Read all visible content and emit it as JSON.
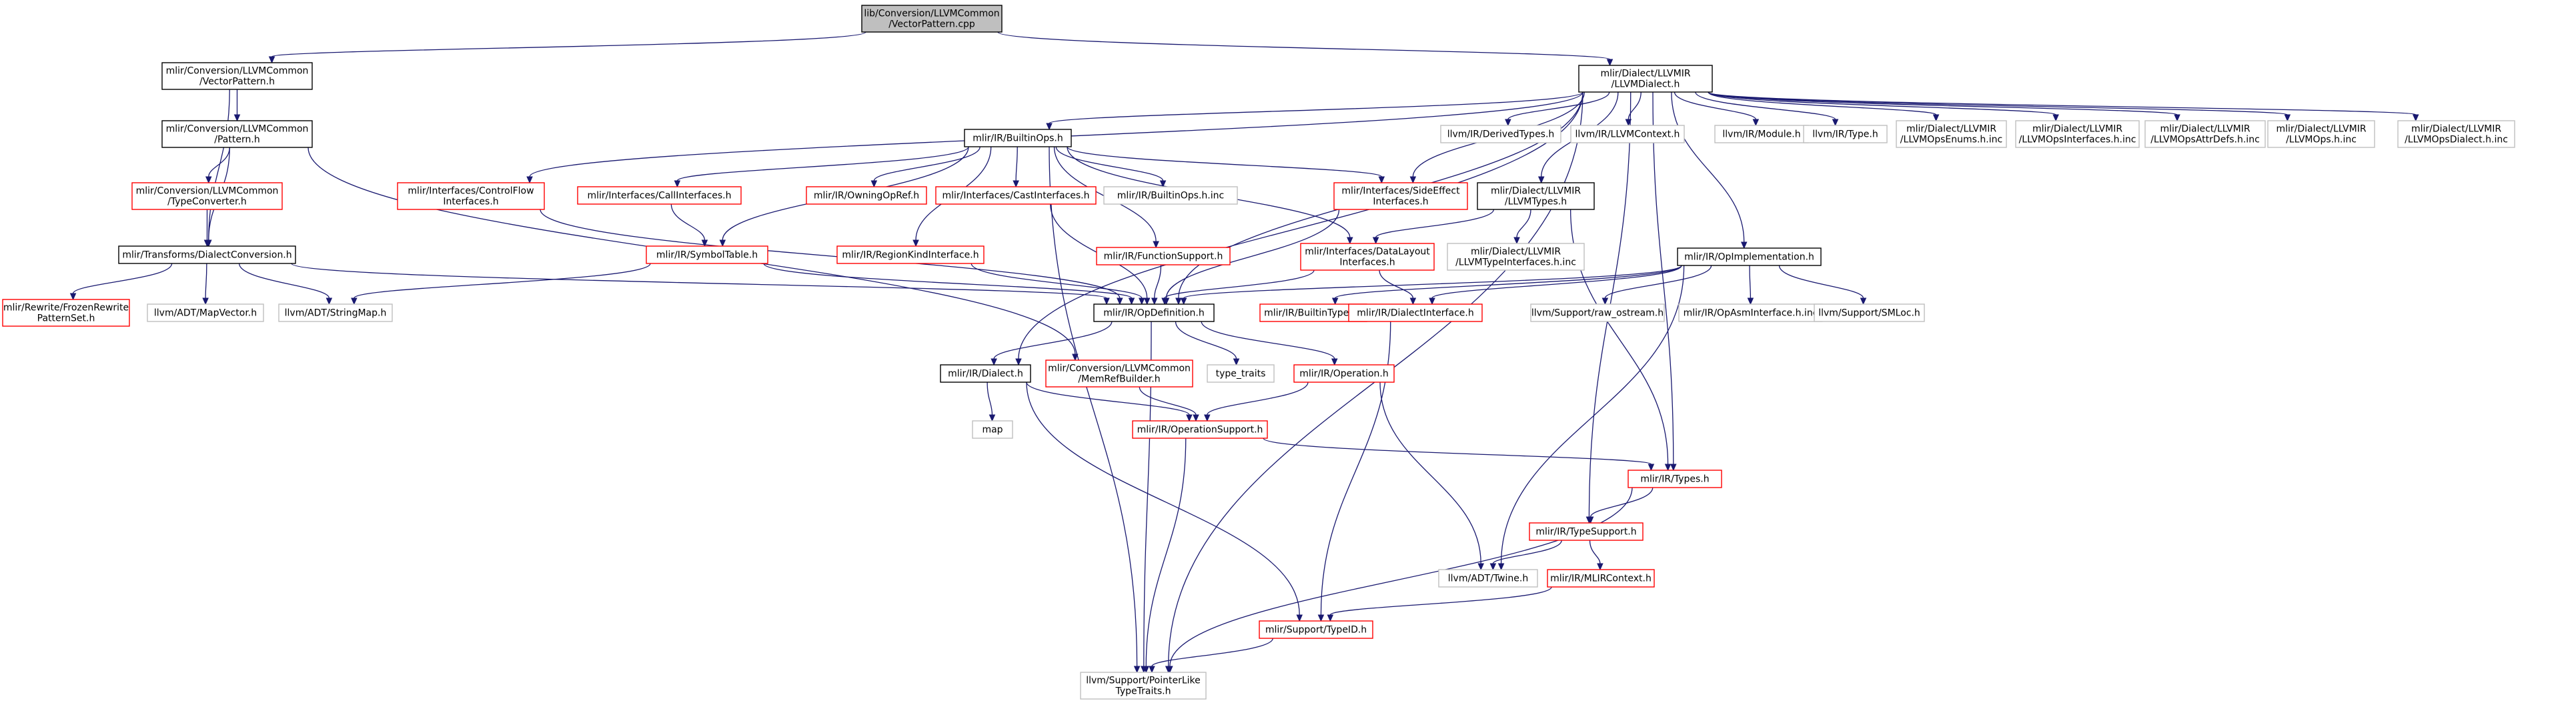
{
  "colors": {
    "edge": "#191970",
    "documented": "#000000",
    "undocumented": "#ff0000",
    "external": "#bfbfbf",
    "root_fill": "#bfbfbf"
  },
  "nodes": [
    {
      "id": "root",
      "lines": [
        "lib/Conversion/LLVMCommon",
        "/VectorPattern.cpp"
      ],
      "style": "root"
    },
    {
      "id": "vpat",
      "lines": [
        "mlir/Conversion/LLVMCommon",
        "/VectorPattern.h"
      ],
      "style": "black"
    },
    {
      "id": "llvmd",
      "lines": [
        "mlir/Dialect/LLVMIR",
        "/LLVMDialect.h"
      ],
      "style": "black"
    },
    {
      "id": "pat",
      "lines": [
        "mlir/Conversion/LLVMCommon",
        "/Pattern.h"
      ],
      "style": "black"
    },
    {
      "id": "tconv",
      "lines": [
        "mlir/Conversion/LLVMCommon",
        "/TypeConverter.h"
      ],
      "style": "red"
    },
    {
      "id": "dconv",
      "lines": [
        "mlir/Transforms/DialectConversion.h"
      ],
      "style": "black"
    },
    {
      "id": "frozen",
      "lines": [
        "mlir/Rewrite/FrozenRewrite",
        "PatternSet.h"
      ],
      "style": "red"
    },
    {
      "id": "mapvec",
      "lines": [
        "llvm/ADT/MapVector.h"
      ],
      "style": "grey"
    },
    {
      "id": "strmap",
      "lines": [
        "llvm/ADT/StringMap.h"
      ],
      "style": "grey"
    },
    {
      "id": "ctrlflow",
      "lines": [
        "mlir/Interfaces/ControlFlow",
        "Interfaces.h"
      ],
      "style": "red"
    },
    {
      "id": "builtinops",
      "lines": [
        "mlir/IR/BuiltinOps.h"
      ],
      "style": "black"
    },
    {
      "id": "callif",
      "lines": [
        "mlir/Interfaces/CallInterfaces.h"
      ],
      "style": "red"
    },
    {
      "id": "owning",
      "lines": [
        "mlir/IR/OwningOpRef.h"
      ],
      "style": "red"
    },
    {
      "id": "castif",
      "lines": [
        "mlir/Interfaces/CastInterfaces.h"
      ],
      "style": "red"
    },
    {
      "id": "builtinopsinc",
      "lines": [
        "mlir/IR/BuiltinOps.h.inc"
      ],
      "style": "grey"
    },
    {
      "id": "sideeff",
      "lines": [
        "mlir/Interfaces/SideEffect",
        "Interfaces.h"
      ],
      "style": "red"
    },
    {
      "id": "llvmtypes",
      "lines": [
        "mlir/Dialect/LLVMIR",
        "/LLVMTypes.h"
      ],
      "style": "black"
    },
    {
      "id": "dertypes",
      "lines": [
        "llvm/IR/DerivedTypes.h"
      ],
      "style": "grey"
    },
    {
      "id": "llvmctx",
      "lines": [
        "llvm/IR/LLVMContext.h"
      ],
      "style": "grey"
    },
    {
      "id": "module",
      "lines": [
        "llvm/IR/Module.h"
      ],
      "style": "grey"
    },
    {
      "id": "lltype",
      "lines": [
        "llvm/IR/Type.h"
      ],
      "style": "grey"
    },
    {
      "id": "opsenums",
      "lines": [
        "mlir/Dialect/LLVMIR",
        "/LLVMOpsEnums.h.inc"
      ],
      "style": "grey"
    },
    {
      "id": "opsif",
      "lines": [
        "mlir/Dialect/LLVMIR",
        "/LLVMOpsInterfaces.h.inc"
      ],
      "style": "grey"
    },
    {
      "id": "opsattr",
      "lines": [
        "mlir/Dialect/LLVMIR",
        "/LLVMOpsAttrDefs.h.inc"
      ],
      "style": "grey"
    },
    {
      "id": "opsinc",
      "lines": [
        "mlir/Dialect/LLVMIR",
        "/LLVMOps.h.inc"
      ],
      "style": "grey"
    },
    {
      "id": "opsdialect",
      "lines": [
        "mlir/Dialect/LLVMIR",
        "/LLVMOpsDialect.h.inc"
      ],
      "style": "grey"
    },
    {
      "id": "symtab",
      "lines": [
        "mlir/IR/SymbolTable.h"
      ],
      "style": "red"
    },
    {
      "id": "regionkind",
      "lines": [
        "mlir/IR/RegionKindInterface.h"
      ],
      "style": "red"
    },
    {
      "id": "funcsup",
      "lines": [
        "mlir/IR/FunctionSupport.h"
      ],
      "style": "red"
    },
    {
      "id": "datalayout",
      "lines": [
        "mlir/Interfaces/DataLayout",
        "Interfaces.h"
      ],
      "style": "red"
    },
    {
      "id": "llvmtypeif",
      "lines": [
        "mlir/Dialect/LLVMIR",
        "/LLVMTypeInterfaces.h.inc"
      ],
      "style": "grey"
    },
    {
      "id": "opimpl",
      "lines": [
        "mlir/IR/OpImplementation.h"
      ],
      "style": "black"
    },
    {
      "id": "opdef",
      "lines": [
        "mlir/IR/OpDefinition.h"
      ],
      "style": "black"
    },
    {
      "id": "builtintypes",
      "lines": [
        "mlir/IR/BuiltinTypes.h"
      ],
      "style": "red"
    },
    {
      "id": "dialectif",
      "lines": [
        "mlir/IR/DialectInterface.h"
      ],
      "style": "red"
    },
    {
      "id": "rawos",
      "lines": [
        "llvm/Support/raw_ostream.h"
      ],
      "style": "grey"
    },
    {
      "id": "opasm",
      "lines": [
        "mlir/IR/OpAsmInterface.h.inc"
      ],
      "style": "grey"
    },
    {
      "id": "smloc",
      "lines": [
        "llvm/Support/SMLoc.h"
      ],
      "style": "grey"
    },
    {
      "id": "dialect",
      "lines": [
        "mlir/IR/Dialect.h"
      ],
      "style": "black"
    },
    {
      "id": "memref",
      "lines": [
        "mlir/Conversion/LLVMCommon",
        "/MemRefBuilder.h"
      ],
      "style": "red"
    },
    {
      "id": "typetraits",
      "lines": [
        "type_traits"
      ],
      "style": "grey"
    },
    {
      "id": "operation",
      "lines": [
        "mlir/IR/Operation.h"
      ],
      "style": "red"
    },
    {
      "id": "map",
      "lines": [
        "map"
      ],
      "style": "grey"
    },
    {
      "id": "opsupport",
      "lines": [
        "mlir/IR/OperationSupport.h"
      ],
      "style": "red"
    },
    {
      "id": "types",
      "lines": [
        "mlir/IR/Types.h"
      ],
      "style": "red"
    },
    {
      "id": "typesup",
      "lines": [
        "mlir/IR/TypeSupport.h"
      ],
      "style": "red"
    },
    {
      "id": "twine",
      "lines": [
        "llvm/ADT/Twine.h"
      ],
      "style": "grey"
    },
    {
      "id": "mlirctx",
      "lines": [
        "mlir/IR/MLIRContext.h"
      ],
      "style": "red"
    },
    {
      "id": "typeid",
      "lines": [
        "mlir/Support/TypeID.h"
      ],
      "style": "red"
    },
    {
      "id": "ptrlike",
      "lines": [
        "llvm/Support/PointerLike",
        "TypeTraits.h"
      ],
      "style": "grey"
    }
  ],
  "edges": [
    [
      "root",
      "vpat"
    ],
    [
      "root",
      "llvmd"
    ],
    [
      "vpat",
      "pat"
    ],
    [
      "vpat",
      "dconv"
    ],
    [
      "pat",
      "tconv"
    ],
    [
      "pat",
      "dconv"
    ],
    [
      "pat",
      "memref"
    ],
    [
      "tconv",
      "dconv"
    ],
    [
      "dconv",
      "frozen"
    ],
    [
      "dconv",
      "mapvec"
    ],
    [
      "dconv",
      "strmap"
    ],
    [
      "dconv",
      "opdef"
    ],
    [
      "llvmd",
      "ctrlflow"
    ],
    [
      "llvmd",
      "builtinops"
    ],
    [
      "llvmd",
      "sideeff"
    ],
    [
      "llvmd",
      "llvmtypes"
    ],
    [
      "llvmd",
      "dertypes"
    ],
    [
      "llvmd",
      "llvmctx"
    ],
    [
      "llvmd",
      "module"
    ],
    [
      "llvmd",
      "lltype"
    ],
    [
      "llvmd",
      "opsenums"
    ],
    [
      "llvmd",
      "opsif"
    ],
    [
      "llvmd",
      "opsattr"
    ],
    [
      "llvmd",
      "opsinc"
    ],
    [
      "llvmd",
      "opsdialect"
    ],
    [
      "llvmd",
      "opimpl"
    ],
    [
      "llvmd",
      "opdef"
    ],
    [
      "llvmd",
      "dialect"
    ],
    [
      "llvmd",
      "types"
    ],
    [
      "llvmd",
      "typesup"
    ],
    [
      "llvmd",
      "ptrlike"
    ],
    [
      "builtinops",
      "callif"
    ],
    [
      "builtinops",
      "owning"
    ],
    [
      "builtinops",
      "castif"
    ],
    [
      "builtinops",
      "builtinopsinc"
    ],
    [
      "builtinops",
      "sideeff"
    ],
    [
      "builtinops",
      "symtab"
    ],
    [
      "builtinops",
      "regionkind"
    ],
    [
      "builtinops",
      "funcsup"
    ],
    [
      "builtinops",
      "datalayout"
    ],
    [
      "builtinops",
      "ptrlike"
    ],
    [
      "ctrlflow",
      "opdef"
    ],
    [
      "callif",
      "symtab"
    ],
    [
      "symtab",
      "opdef"
    ],
    [
      "symtab",
      "strmap"
    ],
    [
      "regionkind",
      "opdef"
    ],
    [
      "castif",
      "opdef"
    ],
    [
      "funcsup",
      "opdef"
    ],
    [
      "sideeff",
      "opdef"
    ],
    [
      "datalayout",
      "opdef"
    ],
    [
      "datalayout",
      "dialectif"
    ],
    [
      "llvmtypes",
      "datalayout"
    ],
    [
      "llvmtypes",
      "llvmtypeif"
    ],
    [
      "llvmtypes",
      "types"
    ],
    [
      "opimpl",
      "opdef"
    ],
    [
      "opimpl",
      "builtintypes"
    ],
    [
      "opimpl",
      "dialectif"
    ],
    [
      "opimpl",
      "rawos"
    ],
    [
      "opimpl",
      "opasm"
    ],
    [
      "opimpl",
      "smloc"
    ],
    [
      "opimpl",
      "twine"
    ],
    [
      "opdef",
      "dialect"
    ],
    [
      "opdef",
      "typetraits"
    ],
    [
      "opdef",
      "operation"
    ],
    [
      "opdef",
      "ptrlike"
    ],
    [
      "dialect",
      "map"
    ],
    [
      "dialect",
      "opsupport"
    ],
    [
      "dialect",
      "typeid"
    ],
    [
      "memref",
      "opsupport"
    ],
    [
      "operation",
      "opsupport"
    ],
    [
      "operation",
      "twine"
    ],
    [
      "opsupport",
      "types"
    ],
    [
      "opsupport",
      "ptrlike"
    ],
    [
      "types",
      "typesup"
    ],
    [
      "types",
      "ptrlike"
    ],
    [
      "typesup",
      "twine"
    ],
    [
      "typesup",
      "mlirctx"
    ],
    [
      "mlirctx",
      "typeid"
    ],
    [
      "dialectif",
      "typeid"
    ],
    [
      "typeid",
      "ptrlike"
    ]
  ]
}
